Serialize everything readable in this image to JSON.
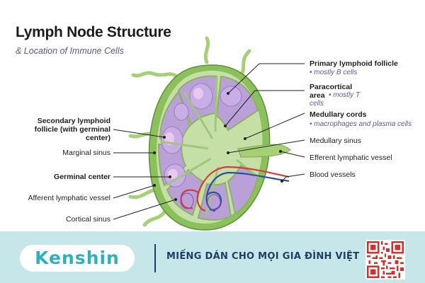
{
  "title": "Lymph Node Structure",
  "subtitle": "& Location of Immune Cells",
  "labels": {
    "primary_follicle": "Primary lymphoid follicle",
    "primary_follicle_note": "• mostly B cells",
    "paracortical": "Paracortical",
    "paracortical_area": "area",
    "paracortical_note": "• mostly T",
    "paracortical_note_cont": "cells",
    "medullary_cords": "Medullary cords",
    "medullary_cords_note": "• macrophages and plasma cells",
    "medullary_sinus": "Medullary sinus",
    "efferent": "Efferent lymphatic vessel",
    "blood_vessels": "Blood vessels",
    "secondary_line1": "Secondary lymphoid",
    "secondary_line2": "follicle (with germinal",
    "secondary_line3": "center)",
    "marginal_sinus": "Marginal sinus",
    "germinal_center": "Germinal center",
    "afferent": "Afferent lymphatic vessel",
    "cortical_sinus": "Cortical sinus"
  },
  "banner": {
    "brand": "Kenshin",
    "slogan": "MIẾNG DÁN CHO MỌI GIA ĐÌNH VIỆT",
    "qr_icon": "qr-code-icon"
  },
  "colors": {
    "capsule": "#8cc05a",
    "cortex": "#c6dfa6",
    "lobule": "#b9a0d6",
    "follicle": "#c9aee6",
    "germinal": "#eac8ef",
    "artery": "#d23c3c",
    "vein": "#2f4f9e",
    "brand": "#2fb0bf",
    "banner_bg": "#c6e6ea"
  }
}
